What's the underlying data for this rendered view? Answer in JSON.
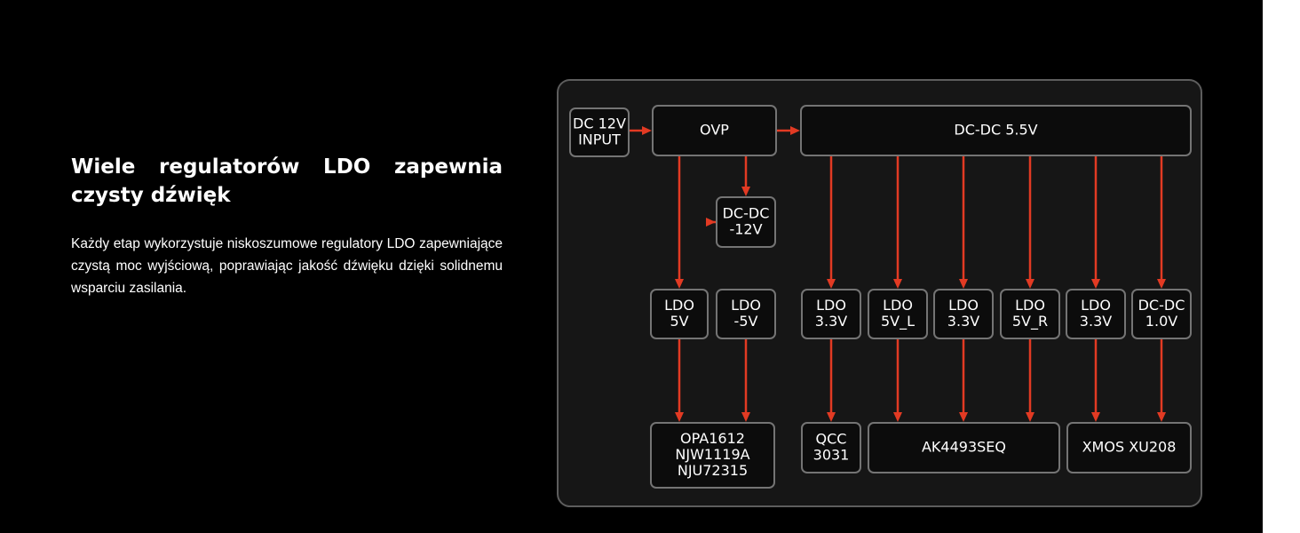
{
  "heading": "Wiele regulatorów LDO zapewnia czysty dźwięk",
  "description": "Każdy etap wykorzystuje niskoszumowe regulatory LDO zapewniające czystą moc wyjściową, poprawiając jakość dźwięku dzięki solidnemu wsparciu zasilania.",
  "colors": {
    "background": "#000000",
    "panel_border": "#5d5d5d",
    "node_border": "#747474",
    "arrow": "#e23a23",
    "text": "#ffffff"
  },
  "diagram": {
    "nodes": [
      {
        "id": "dc-input",
        "lines": [
          "DC 12V",
          "INPUT"
        ]
      },
      {
        "id": "ovp",
        "lines": [
          "OVP"
        ]
      },
      {
        "id": "dcdc-5v5",
        "lines": [
          "DC-DC 5.5V"
        ]
      },
      {
        "id": "dcdc-neg12v",
        "lines": [
          "DC-DC",
          "-12V"
        ]
      },
      {
        "id": "ldo-5v",
        "lines": [
          "LDO",
          "5V"
        ]
      },
      {
        "id": "ldo-neg5v",
        "lines": [
          "LDO",
          "-5V"
        ]
      },
      {
        "id": "ldo-3v3-a",
        "lines": [
          "LDO",
          "3.3V"
        ]
      },
      {
        "id": "ldo-5v-l",
        "lines": [
          "LDO",
          "5V_L"
        ]
      },
      {
        "id": "ldo-3v3-b",
        "lines": [
          "LDO",
          "3.3V"
        ]
      },
      {
        "id": "ldo-5v-r",
        "lines": [
          "LDO",
          "5V_R"
        ]
      },
      {
        "id": "ldo-3v3-c",
        "lines": [
          "LDO",
          "3.3V"
        ]
      },
      {
        "id": "dcdc-1v0",
        "lines": [
          "DC-DC",
          "1.0V"
        ]
      },
      {
        "id": "opamps",
        "lines": [
          "OPA1612",
          "NJW1119A",
          "NJU72315"
        ]
      },
      {
        "id": "qcc3031",
        "lines": [
          "QCC",
          "3031"
        ]
      },
      {
        "id": "ak4493seq",
        "lines": [
          "AK4493SEQ"
        ]
      },
      {
        "id": "xmos-xu208",
        "lines": [
          "XMOS XU208"
        ]
      }
    ],
    "edges": [
      [
        "dc-input",
        "ovp"
      ],
      [
        "ovp",
        "dcdc-5v5"
      ],
      [
        "ovp",
        "dcdc-neg12v"
      ],
      [
        "ovp",
        "ldo-5v"
      ],
      [
        "dcdc-neg12v",
        "ldo-neg5v"
      ],
      [
        "dcdc-5v5",
        "ldo-3v3-a"
      ],
      [
        "dcdc-5v5",
        "ldo-5v-l"
      ],
      [
        "dcdc-5v5",
        "ldo-3v3-b"
      ],
      [
        "dcdc-5v5",
        "ldo-5v-r"
      ],
      [
        "dcdc-5v5",
        "ldo-3v3-c"
      ],
      [
        "dcdc-5v5",
        "dcdc-1v0"
      ],
      [
        "ldo-5v",
        "opamps"
      ],
      [
        "ldo-neg5v",
        "opamps"
      ],
      [
        "ldo-3v3-a",
        "qcc3031"
      ],
      [
        "ldo-5v-l",
        "ak4493seq"
      ],
      [
        "ldo-3v3-b",
        "ak4493seq"
      ],
      [
        "ldo-5v-r",
        "ak4493seq"
      ],
      [
        "ldo-3v3-c",
        "xmos-xu208"
      ],
      [
        "dcdc-1v0",
        "xmos-xu208"
      ]
    ]
  }
}
